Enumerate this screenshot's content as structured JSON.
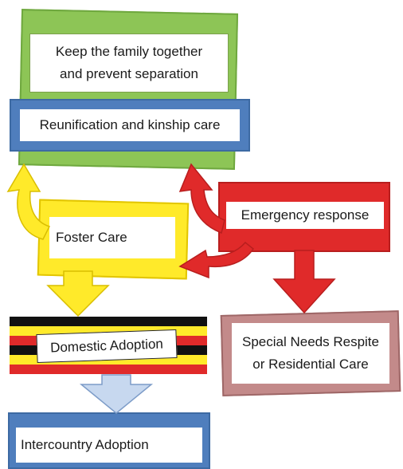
{
  "boxes": {
    "keep_family": {
      "line1": "Keep the family together",
      "line2": "and prevent separation"
    },
    "reunification": {
      "label": "Reunification and kinship care"
    },
    "emergency": {
      "label": "Emergency response"
    },
    "foster": {
      "label": "Foster Care"
    },
    "domestic": {
      "label": "Domestic Adoption"
    },
    "special_needs": {
      "line1": "Special Needs Respite",
      "line2": "or Residential Care"
    },
    "intercountry": {
      "label": "Intercountry Adoption"
    }
  },
  "colors": {
    "green": "#8dc556",
    "blue": "#4f7ebd",
    "red": "#e02a2a",
    "yellow": "#ffea2a",
    "rose": "#c38a8a",
    "light_blue": "#c7d8ef",
    "black": "#111111"
  }
}
